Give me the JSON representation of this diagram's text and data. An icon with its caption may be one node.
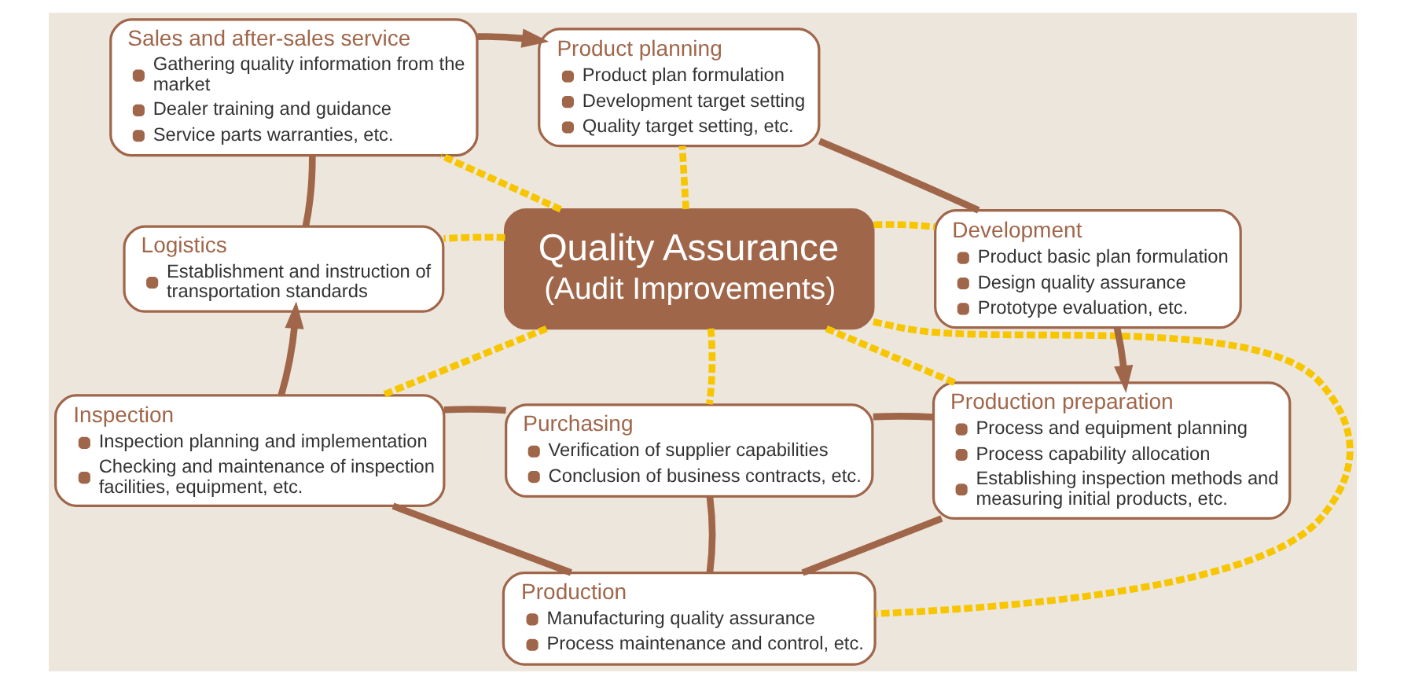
{
  "diagram": {
    "nodes": [
      {
        "text": [
          "Quality Assurance",
          "(Audit Improvements)"
        ]
      },
      {
        "text": [
          "Sales and after-sales service",
          "Gathering quality information from the market",
          "Dealer training and guidance",
          "Service parts warranties, etc."
        ]
      },
      {
        "text": [
          "Product planning",
          "Product plan formulation",
          "Development target setting",
          "Quality target setting, etc."
        ]
      },
      {
        "text": [
          "Logistics",
          "Establishment and instruction of transportation standards"
        ]
      },
      {
        "text": [
          "Development",
          "Product basic plan formulation",
          "Design quality assurance",
          "Prototype evaluation, etc."
        ]
      },
      {
        "text": [
          "Inspection",
          "Inspection planning and implementation",
          "Checking and maintenance of inspection facilities, equipment, etc."
        ]
      },
      {
        "text": [
          "Purchasing",
          "Verification of supplier capabilities",
          "Conclusion of business contracts, etc."
        ]
      },
      {
        "text": [
          "Production preparation",
          "Process and equipment planning",
          "Process capability allocation",
          "Establishing inspection methods and measuring initial products, etc."
        ]
      },
      {
        "text": [
          "Production",
          "Manufacturing quality assurance",
          "Process maintenance and control, etc."
        ]
      }
    ],
    "edges": [
      {
        "from": 1,
        "to": 2,
        "arrow": "to"
      },
      {
        "from": 2,
        "to": 4,
        "arrow": "none"
      },
      {
        "from": 4,
        "to": 7,
        "arrow": "to"
      },
      {
        "from": 6,
        "to": 7,
        "arrow": "none"
      },
      {
        "from": 8,
        "to": 7,
        "arrow": "none"
      },
      {
        "from": 6,
        "to": 8,
        "arrow": "none"
      },
      {
        "from": 5,
        "to": 6,
        "arrow": "none"
      },
      {
        "from": 5,
        "to": 8,
        "arrow": "none"
      },
      {
        "from": 5,
        "to": 3,
        "arrow": "to"
      },
      {
        "from": 3,
        "to": 1,
        "arrow": "none"
      },
      {
        "from": 0,
        "to": 1,
        "arrow": "none",
        "style": "dashed",
        "color": "#f7c600"
      },
      {
        "from": 0,
        "to": 2,
        "arrow": "none",
        "style": "dashed",
        "color": "#f7c600"
      },
      {
        "from": 0,
        "to": 3,
        "arrow": "none",
        "style": "dashed",
        "color": "#f7c600"
      },
      {
        "from": 0,
        "to": 4,
        "arrow": "none",
        "style": "dashed",
        "color": "#f7c600"
      },
      {
        "from": 0,
        "to": 5,
        "arrow": "none",
        "style": "dashed",
        "color": "#f7c600"
      },
      {
        "from": 0,
        "to": 6,
        "arrow": "none",
        "style": "dashed",
        "color": "#f7c600"
      },
      {
        "from": 0,
        "to": 7,
        "arrow": "none",
        "style": "dashed",
        "color": "#f7c600"
      },
      {
        "from": 0,
        "to": 8,
        "arrow": "none",
        "style": "dashed",
        "color": "#f7c600"
      }
    ]
  }
}
